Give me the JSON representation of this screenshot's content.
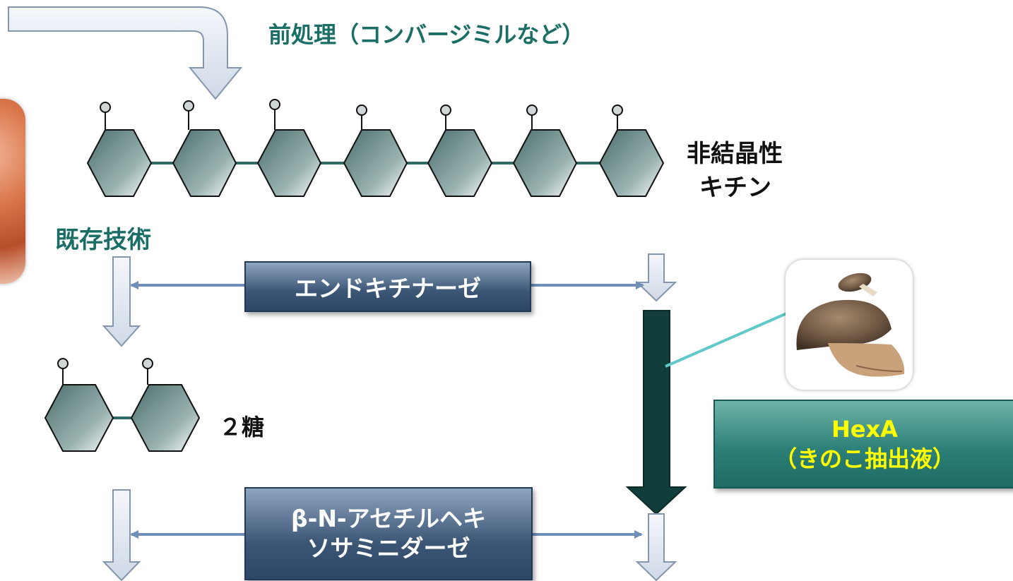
{
  "labels": {
    "pretreatment": "前処理（コンバージミルなど）",
    "amorphous_line1": "非結晶性",
    "amorphous_line2": "キチン",
    "existing_tech": "既存技術",
    "disaccharide": "２糖"
  },
  "enzymes": {
    "endochitinase": "エンドキチナーゼ",
    "hexosaminidase_line1": "β-N-アセチルヘキ",
    "hexosaminidase_line2": "ソサミニダーゼ"
  },
  "hexa": {
    "title": "HexA",
    "subtitle": "（きのこ抽出液）"
  },
  "images": {
    "mushroom": "shiitake-mushroom-photo",
    "shrimp": "shrimp-photo"
  },
  "colors": {
    "hexagon_dark": "#4a6e6c",
    "hexagon_light": "#ffffff",
    "bond": "#2e6b66",
    "thick_arrow": "#113d3a",
    "connector": "#5fc8c8",
    "enzyme_arrow": "#6e8fb8",
    "flow_arrow_fill": "#e3e9f1",
    "flow_arrow_stroke": "#8496ad",
    "hexa_text": "#ffff00"
  }
}
